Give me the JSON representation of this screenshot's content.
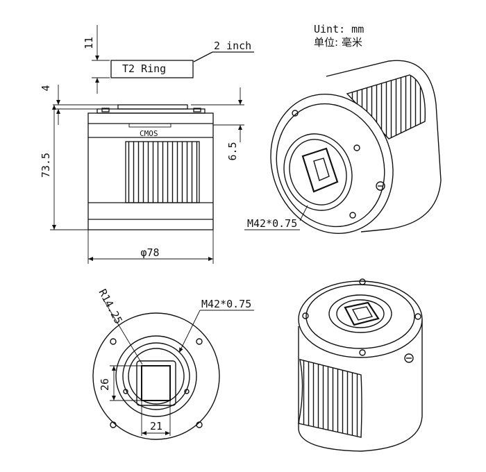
{
  "units": {
    "line1": "Uint: mm",
    "line2": "单位: 毫米"
  },
  "side_view": {
    "cmos_label": "CMOS",
    "ring_label": "T2 Ring",
    "ring_size": "2 inch",
    "dim_ring_thickness": "11",
    "dim_gap": "4",
    "dim_body_height": "73.5",
    "dim_sensor_depth": "6.5",
    "dim_diameter": "φ78"
  },
  "iso_front": {
    "thread_label": "M42*0.75"
  },
  "front_view": {
    "radius_label": "R14.25",
    "thread_label": "M42*0.75",
    "dim_sensor_height": "26",
    "dim_sensor_width": "21"
  }
}
